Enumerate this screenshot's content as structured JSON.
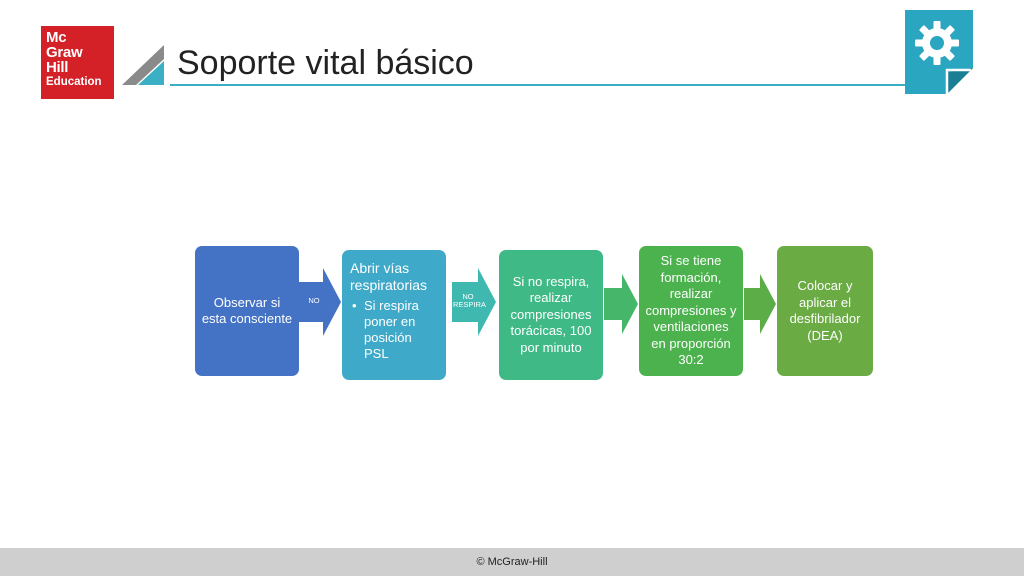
{
  "logo": {
    "lines": [
      "Mc",
      "Graw",
      "Hill",
      "Education"
    ]
  },
  "slide": {
    "title": "Soporte vital básico"
  },
  "flow": {
    "step1": {
      "text": "Observar si esta consciente"
    },
    "arrow1": {
      "label": "NO"
    },
    "step2": {
      "heading": "Abrir vías respiratorias",
      "bullet": "Si respira poner en posición PSL"
    },
    "arrow2": {
      "label_line1": "NO",
      "label_line2": "RESPIRA"
    },
    "step3": {
      "text": "Si no respira, realizar compresiones torácicas, 100 por minuto"
    },
    "step4": {
      "text": "Si se tiene formación, realizar compresiones y ventilaciones en proporción 30:2"
    },
    "step5": {
      "text": "Colocar y aplicar el desfibrilador (DEA)"
    }
  },
  "footer": {
    "text": "© McGraw-Hill"
  },
  "colors": {
    "logo": "#d42027",
    "accent": "#3bb0c4",
    "step1": "#4472c4",
    "step2": "#3ea9c8",
    "step3": "#3fba86",
    "step4": "#4bb24d",
    "step5": "#6aab43"
  },
  "icons": {
    "top_right": "gear-icon"
  }
}
